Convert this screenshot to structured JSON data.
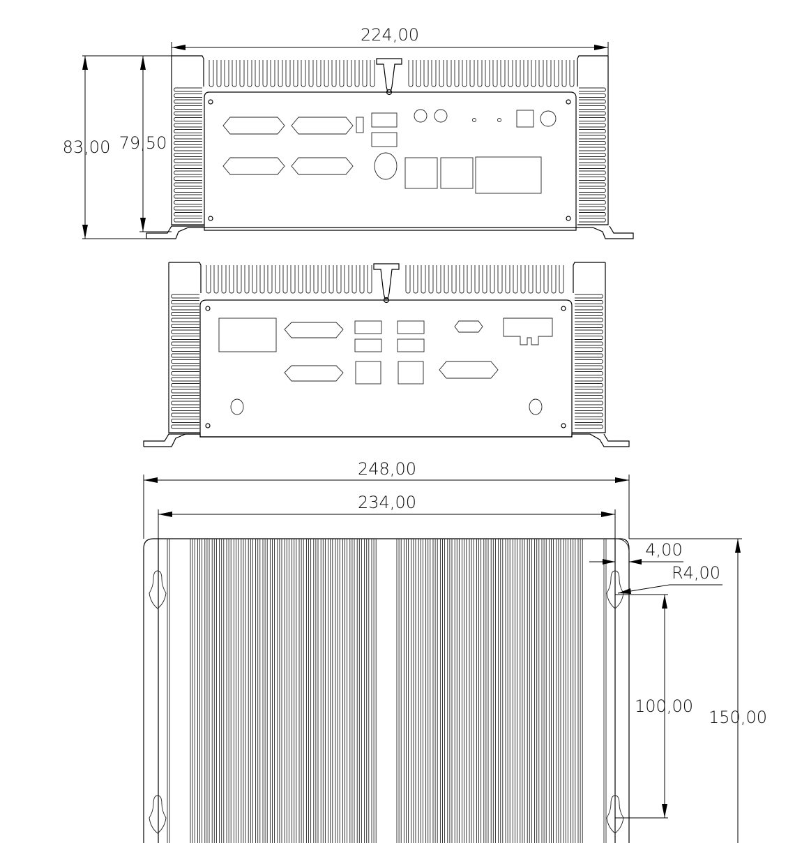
{
  "dimensions": {
    "top_width": "224,00",
    "total_height": "83,00",
    "body_height": "79,50",
    "base_width": "248,00",
    "inner_width": "234,00",
    "edge_offset": "4,00",
    "hole_radius": "R4,00",
    "hole_spacing": "100,00",
    "depth": "150,00"
  }
}
